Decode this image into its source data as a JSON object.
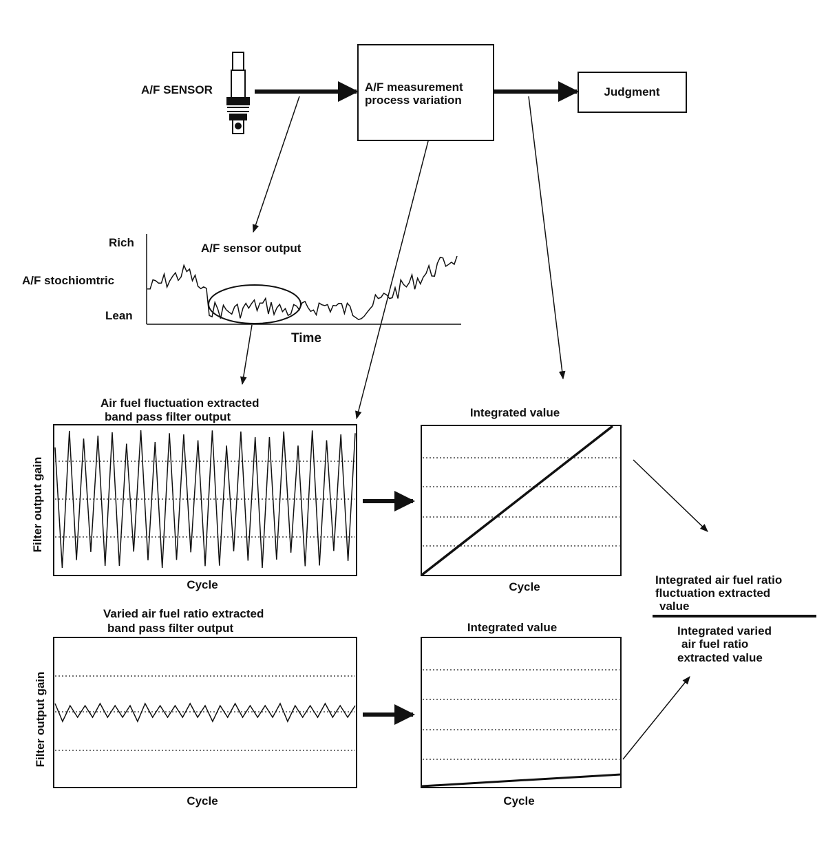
{
  "diagram": {
    "sensor_label": "A/F SENSOR",
    "process_box": {
      "line1": "A/F measurement",
      "line2": "process variation"
    },
    "judgment_box": "Judgment",
    "sensor_chart": {
      "title": "A/F sensor output",
      "y_rich": "Rich",
      "y_stoich": "A/F stochiomtric",
      "y_lean": "Lean",
      "x_label": "Time"
    },
    "panel_fluct": {
      "title_line1": "Air fuel fluctuation extracted",
      "title_line2": "band pass filter output",
      "y_label": "Filter output gain",
      "x_label": "Cycle"
    },
    "panel_varied": {
      "title_line1": "Varied air fuel ratio extracted",
      "title_line2": "band pass filter output",
      "y_label": "Filter output gain",
      "x_label": "Cycle"
    },
    "panel_int_top": {
      "title": "Integrated value",
      "x_label": "Cycle"
    },
    "panel_int_bottom": {
      "title": "Integrated value",
      "x_label": "Cycle"
    },
    "ratio": {
      "numerator_line1": "Integrated air fuel ratio",
      "numerator_line2": "fluctuation extracted",
      "numerator_line3": "value",
      "denominator_line1": "Integrated varied",
      "denominator_line2": "air fuel ratio",
      "denominator_line3": "extracted value"
    },
    "colors": {
      "ink": "#111111",
      "dotted": "#444444",
      "background": "#ffffff"
    }
  }
}
